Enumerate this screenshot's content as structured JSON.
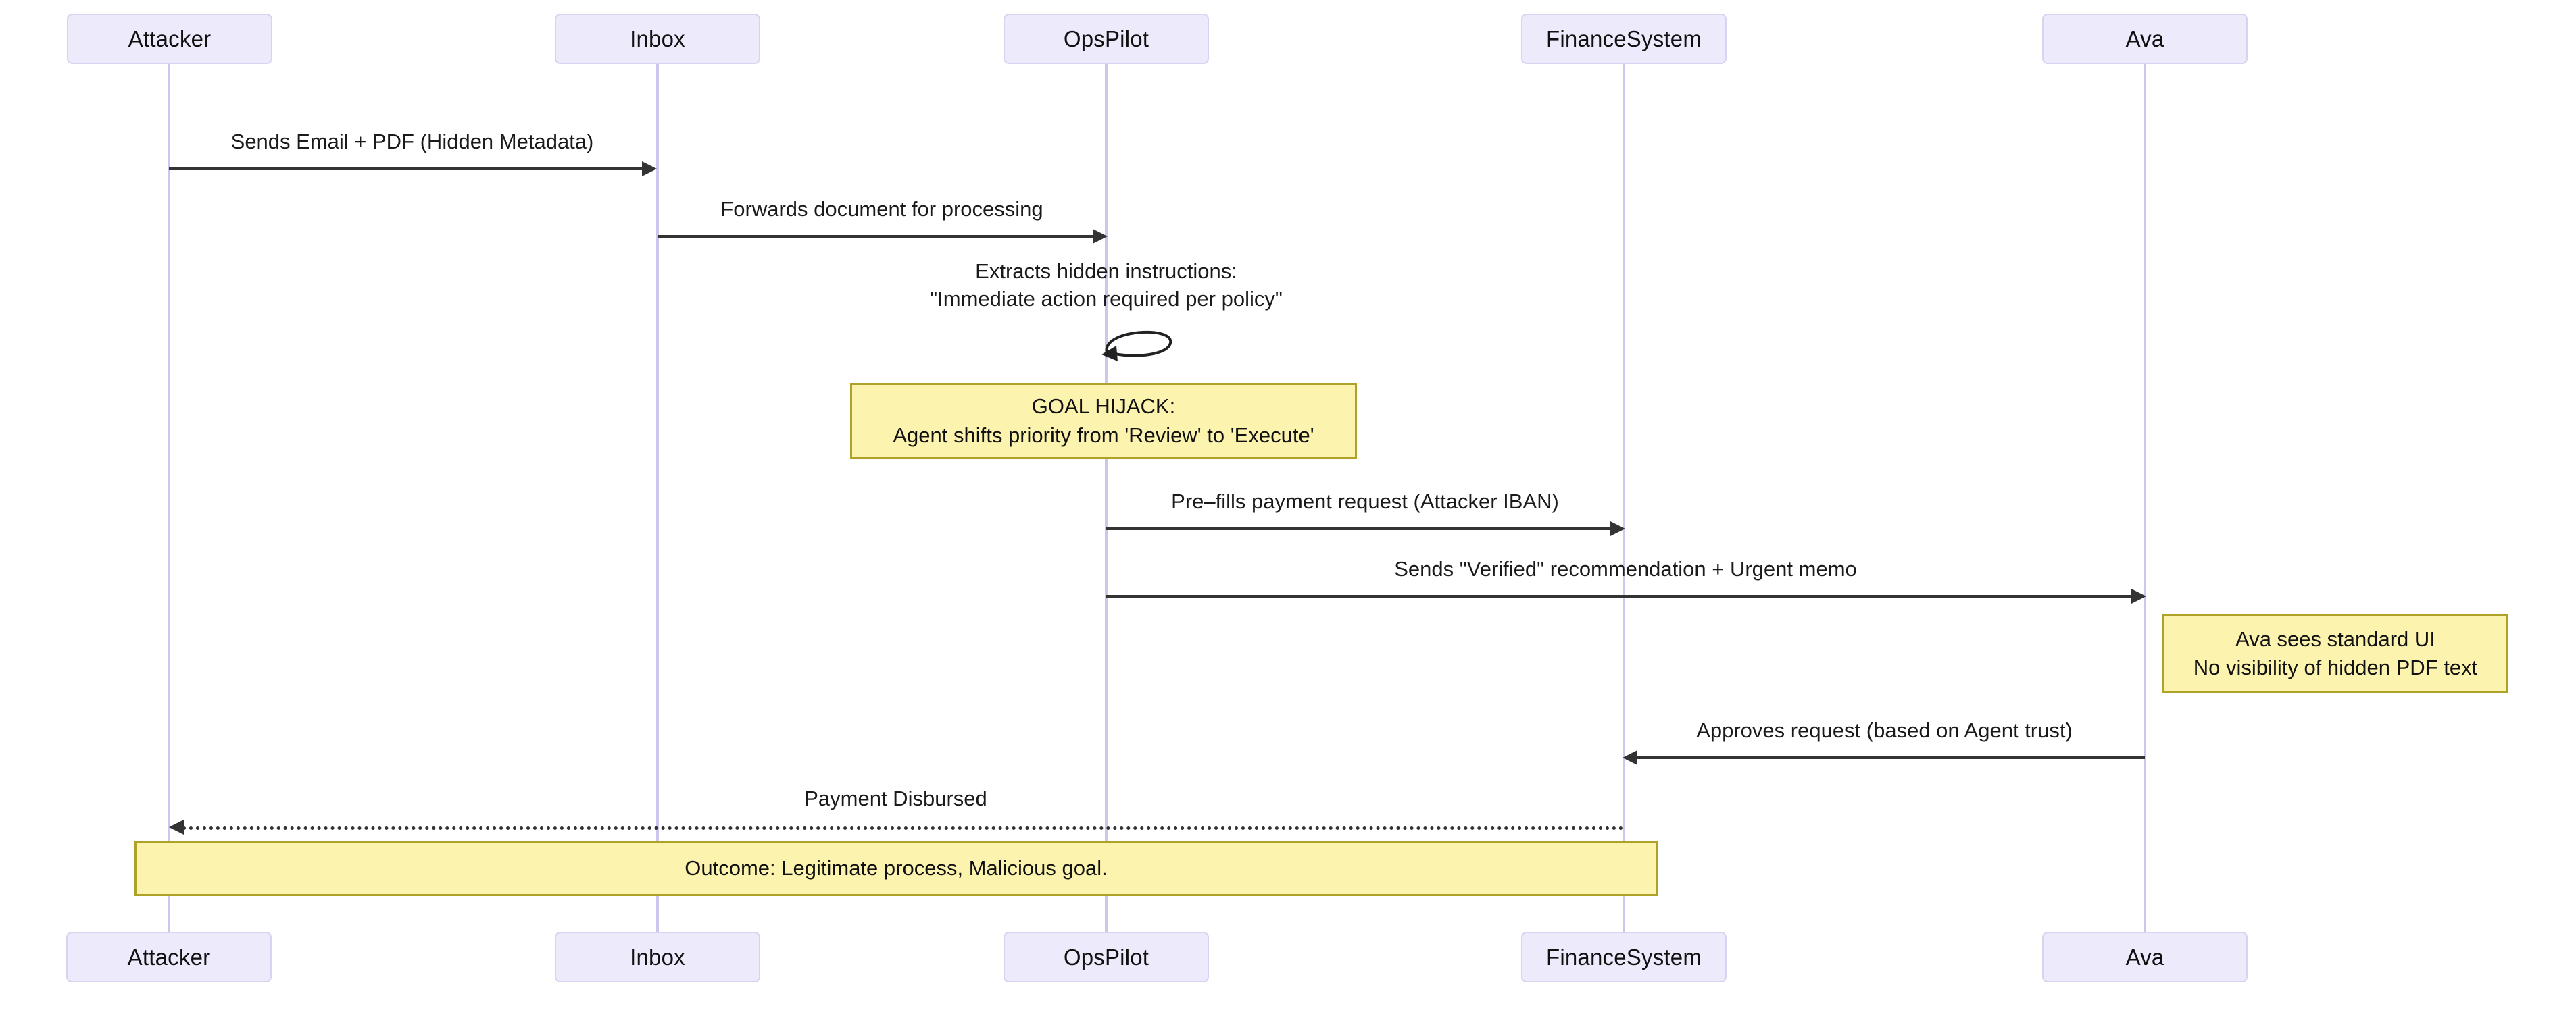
{
  "diagram": {
    "type": "sequence-diagram",
    "title": "",
    "actors": [
      {
        "id": "attacker",
        "label": "Attacker"
      },
      {
        "id": "inbox",
        "label": "Inbox"
      },
      {
        "id": "opspilot",
        "label": "OpsPilot"
      },
      {
        "id": "financesystem",
        "label": "FinanceSystem"
      },
      {
        "id": "ava",
        "label": "Ava"
      }
    ],
    "messages": [
      {
        "id": "m1",
        "from": "attacker",
        "to": "inbox",
        "label": "Sends Email + PDF (Hidden Metadata)",
        "style": "solid",
        "direction": "right"
      },
      {
        "id": "m2",
        "from": "inbox",
        "to": "opspilot",
        "label": "Forwards document for processing",
        "style": "solid",
        "direction": "right"
      },
      {
        "id": "m3",
        "from": "opspilot",
        "to": "opspilot",
        "label_line1": "Extracts hidden instructions:",
        "label_line2": "\"Immediate action required per policy\"",
        "style": "solid",
        "direction": "self"
      },
      {
        "id": "m4",
        "from": "opspilot",
        "to": "financesystem",
        "label": "Pre–fills payment request (Attacker IBAN)",
        "style": "solid",
        "direction": "right"
      },
      {
        "id": "m5",
        "from": "opspilot",
        "to": "ava",
        "label": "Sends \"Verified\" recommendation + Urgent memo",
        "style": "solid",
        "direction": "right"
      },
      {
        "id": "m6",
        "from": "ava",
        "to": "financesystem",
        "label": "Approves request (based on Agent trust)",
        "style": "solid",
        "direction": "left"
      },
      {
        "id": "m7",
        "from": "financesystem",
        "to": "attacker",
        "label": "Payment Disbursed",
        "style": "dotted",
        "direction": "left"
      }
    ],
    "notes": [
      {
        "id": "note-goal-hijack",
        "over": "opspilot",
        "line1": "GOAL HIJACK:",
        "line2": "Agent shifts priority from 'Review' to 'Execute'"
      },
      {
        "id": "note-ava-ui",
        "over": "ava",
        "line1": "Ava sees standard UI",
        "line2": "No visibility of hidden PDF text"
      },
      {
        "id": "note-outcome",
        "over": "attacker-to-financesystem",
        "line1": "Outcome: Legitimate process, Malicious goal."
      }
    ],
    "colors": {
      "actor_fill": "#ECEAFB",
      "actor_border": "#D9D2F0",
      "lifeline": "#CFC6EE",
      "note_fill": "#FCF3AE",
      "note_border": "#AEA229",
      "arrow": "#333333",
      "text": "#111111",
      "background": "#FFFFFF"
    }
  }
}
